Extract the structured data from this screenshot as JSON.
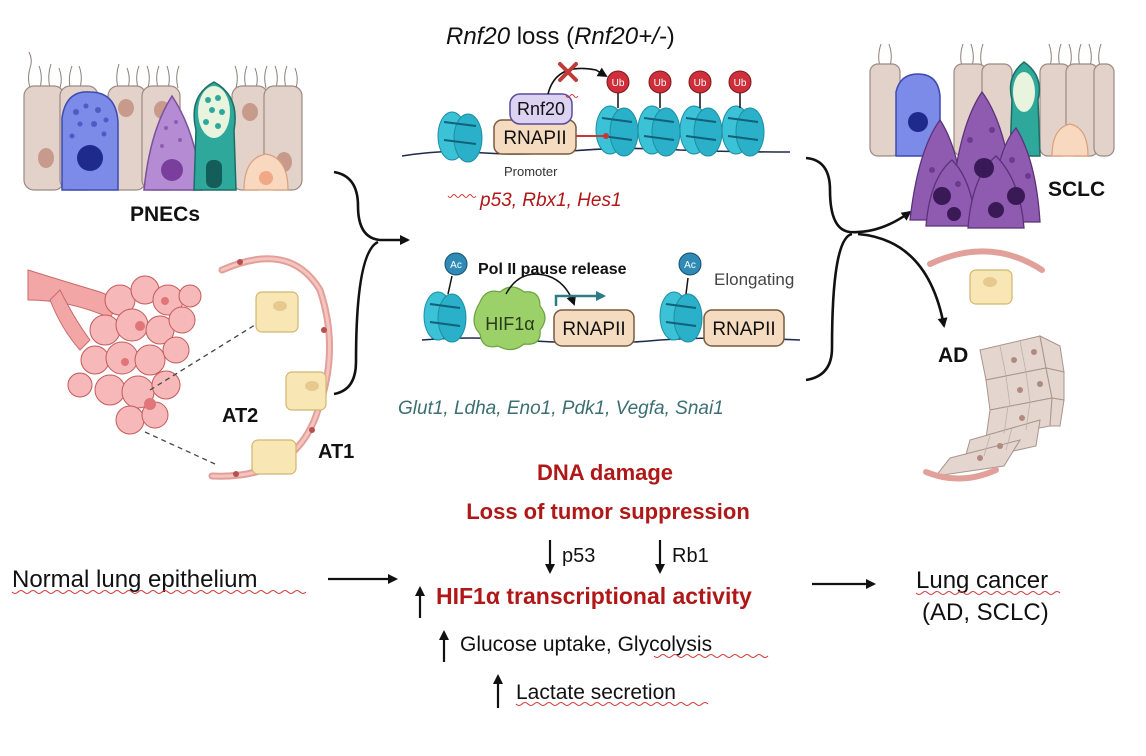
{
  "colors": {
    "red": "#b01818",
    "teal": "#3b6f72",
    "nucleosome": "#2ab0c8",
    "ub": "#cf2f3a",
    "ac": "#2f8bb5",
    "rnapii_fill": "#f5dcc0",
    "rnf20_fill": "#dcd3f2",
    "hif_fill": "#9cd16a"
  },
  "top": {
    "title_gene": "Rnf20",
    "title_loss": " loss (",
    "title_geno": "Rnf20+/-",
    "title_close": ")",
    "rnf20_label": "Rnf20",
    "rnapii_label": "RNAPII",
    "promoter_label": "Promoter",
    "ub_label": "Ub",
    "red_genes": "p53, Rbx1, Hes1"
  },
  "middle": {
    "ac_label": "Ac",
    "pause_label": "Pol II pause release",
    "elongating_label": "Elongating",
    "hif_label": "HIF1α",
    "rnapii_label": "RNAPII",
    "teal_genes": [
      "Glut1",
      "Ldha",
      "Eno1",
      "Pdk1",
      "Vegfa",
      "Snai1"
    ]
  },
  "left": {
    "pnecs_label": "PNECs",
    "at2_label": "AT2",
    "at1_label": "AT1"
  },
  "right": {
    "sclc_label": "SCLC",
    "ad_label": "AD"
  },
  "bottom": {
    "dna_damage": "DNA damage",
    "loss_tumor": "Loss of tumor suppression",
    "p53": "p53",
    "rb1": "Rb1",
    "normal": "Normal lung epithelium",
    "hif_activity": "HIF1α transcriptional activity",
    "lung_cancer_line1": "Lung cancer",
    "lung_cancer_line2": "(AD, SCLC)",
    "glucose": "Glucose uptake, Glycolysis",
    "lactate": "Lactate secretion"
  }
}
